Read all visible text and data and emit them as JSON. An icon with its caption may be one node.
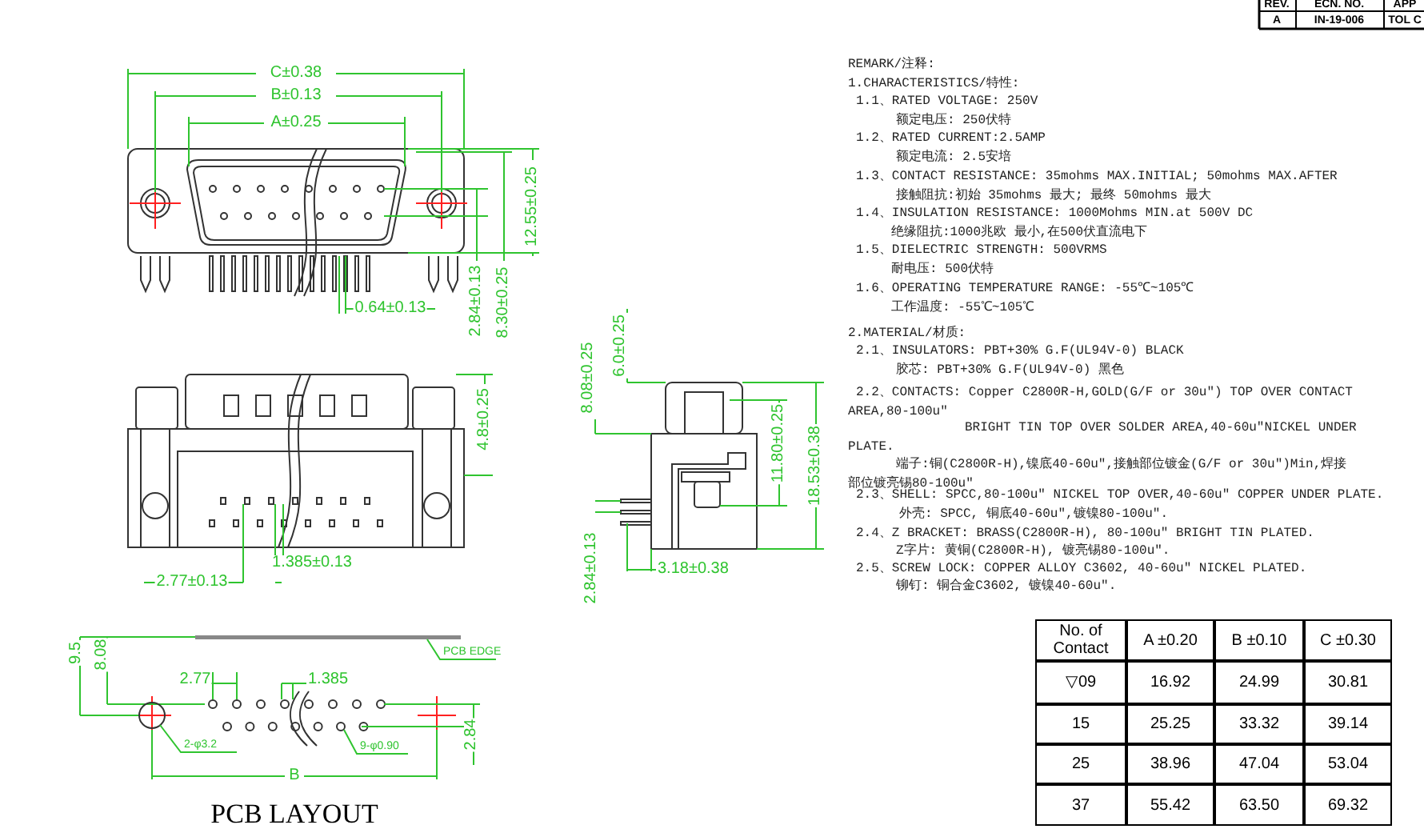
{
  "diagram": {
    "nodes": [
      {
        "text": [
          "PCB EDGE"
        ]
      },
      {
        "text": [],
        "shape": "bar"
      },
      {
        "text": [
          "2-φ3.2"
        ]
      },
      {
        "text": [],
        "shape": "circle"
      },
      {
        "text": [
          "9-φ0.90"
        ]
      },
      {
        "text": [],
        "shape": "circle"
      }
    ],
    "edges": [
      {
        "from": 0,
        "to": 1,
        "arrow": "none"
      },
      {
        "from": 2,
        "to": 3,
        "arrow": "none"
      },
      {
        "from": 4,
        "to": 5,
        "arrow": "none"
      }
    ],
    "labels": [
      "REV.",
      "ECN. NO.",
      "APP",
      "A",
      "IN-19-006",
      "TOL C",
      "C±0.38",
      "B±0.13",
      "A±0.25",
      "12.55±0.25",
      "0.64±0.13",
      "2.84±0.13",
      "8.30±0.25",
      "4.8±0.25",
      "1.385±0.13",
      "2.77±0.13",
      "6.0±0.25",
      "8.08±0.25",
      "11.80±0.25",
      "18.53±0.38",
      "3.18±0.38",
      "2.84±0.13",
      "9.5",
      "8.08",
      "2.77",
      "1.385",
      "2.84",
      "B",
      "PCB LAYOUT",
      "REMARK/注释:",
      "1.CHARACTERISTICS/特性:",
      "1.1、RATED VOLTAGE: 250V",
      "额定电压: 250伏特",
      "1.2、RATED CURRENT:2.5AMP",
      "额定电流: 2.5安培",
      "1.3、CONTACT RESISTANCE: 35mohms MAX.INITIAL; 50mohms MAX.AFTER",
      "接触阻抗:初始 35mohms 最大; 最终 50mohms 最大",
      "1.4、INSULATION RESISTANCE: 1000Mohms MIN.at 500V DC",
      "绝缘阻抗:1000兆欧 最小,在500伏直流电下",
      "1.5、DIELECTRIC STRENGTH: 500VRMS",
      "耐电压: 500伏特",
      "1.6、OPERATING TEMPERATURE RANGE: -55℃~105℃",
      "工作温度: -55℃~105℃",
      "2.MATERIAL/材质:",
      "2.1、INSULATORS: PBT+30% G.F(UL94V-0) BLACK",
      "胶芯: PBT+30% G.F(UL94V-0) 黑色",
      "2.2、CONTACTS: Copper C2800R-H,GOLD(G/F or 30u\") TOP OVER CONTACT AREA,80-100u\"",
      "BRIGHT TIN TOP OVER SOLDER AREA,40-60u\"NICKEL UNDER PLATE.",
      "端子:铜(C2800R-H),镍底40-60u\",接触部位镀金(G/F or 30u\")Min,焊接部位镀亮锡80-100u\"",
      "2.3、SHELL: SPCC,80-100u\" NICKEL TOP OVER,40-60u\" COPPER UNDER PLATE.",
      "外壳: SPCC, 铜底40-60u\",镀镍80-100u\".",
      "2.4、Z BRACKET: BRASS(C2800R-H), 80-100u\" BRIGHT TIN PLATED.",
      "Z字片: 黄铜(C2800R-H), 镀亮锡80-100u\".",
      "2.5、SCREW LOCK: COPPER ALLOY C3602, 40-60u\"  NICKEL PLATED.",
      "铆钉: 铜合金C3602, 镀镍40-60u\".",
      "No. of Contact",
      "A ±0.20",
      "B ±0.10",
      "C ±0.30",
      "▽09",
      "16.92",
      "24.99",
      "30.81",
      "15",
      "25.25",
      "33.32",
      "39.14",
      "25",
      "38.96",
      "47.04",
      "53.04",
      "37",
      "55.42",
      "63.50",
      "69.32"
    ]
  }
}
